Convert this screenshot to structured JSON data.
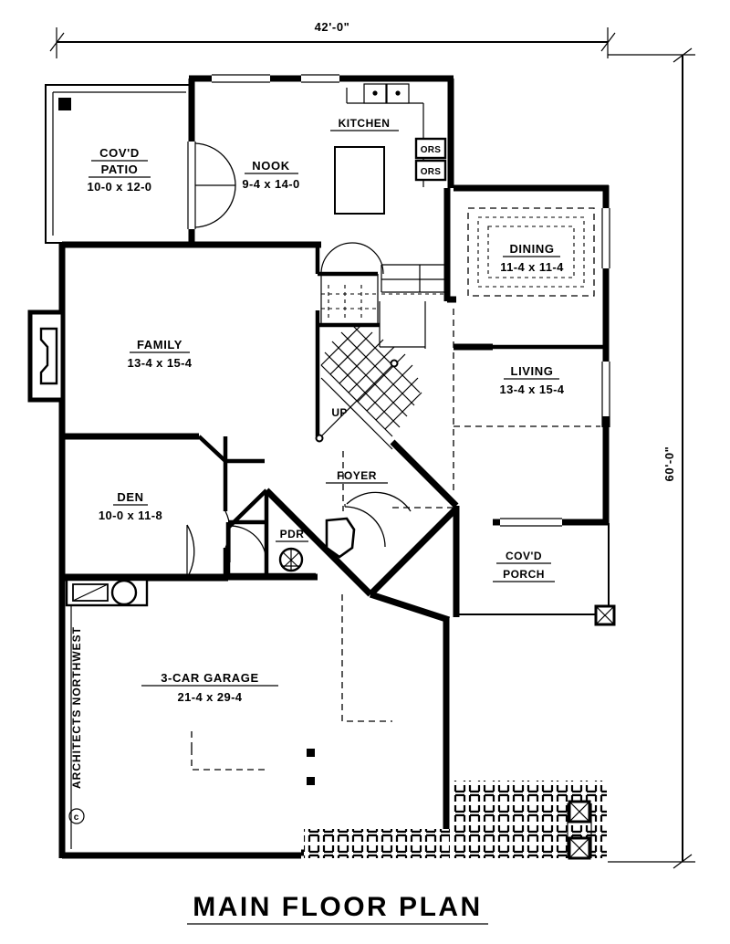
{
  "document": {
    "title": "MAIN FLOOR PLAN",
    "copyright": "© ARCHITECTS NORTHWEST"
  },
  "dimensions": {
    "width_label": "42'-0\"",
    "height_label": "60'-0\""
  },
  "rooms": [
    {
      "id": "covd-patio",
      "name": "COV'D",
      "name2": "PATIO",
      "dim": "10-0 x 12-0"
    },
    {
      "id": "nook",
      "name": "NOOK",
      "dim": "9-4 x 14-0"
    },
    {
      "id": "kitchen",
      "name": "KITCHEN",
      "dim": ""
    },
    {
      "id": "dining",
      "name": "DINING",
      "dim": "11-4 x 11-4"
    },
    {
      "id": "family",
      "name": "FAMILY",
      "dim": "13-4 x 15-4"
    },
    {
      "id": "living",
      "name": "LIVING",
      "dim": "13-4 x 15-4"
    },
    {
      "id": "den",
      "name": "DEN",
      "dim": "10-0 x 11-8"
    },
    {
      "id": "foyer",
      "name": "FOYER",
      "dim": ""
    },
    {
      "id": "pdr",
      "name": "PDR",
      "dim": ""
    },
    {
      "id": "covd-porch",
      "name": "COV'D",
      "name2": "PORCH",
      "dim": ""
    },
    {
      "id": "garage",
      "name": "3-CAR GARAGE",
      "dim": "21-4 x 29-4"
    }
  ],
  "annotations": {
    "stair_direction": "UP",
    "oven_upper": "ORS",
    "oven_lower": "ORS"
  },
  "colors": {
    "ink": "#000000",
    "paper": "#ffffff"
  }
}
